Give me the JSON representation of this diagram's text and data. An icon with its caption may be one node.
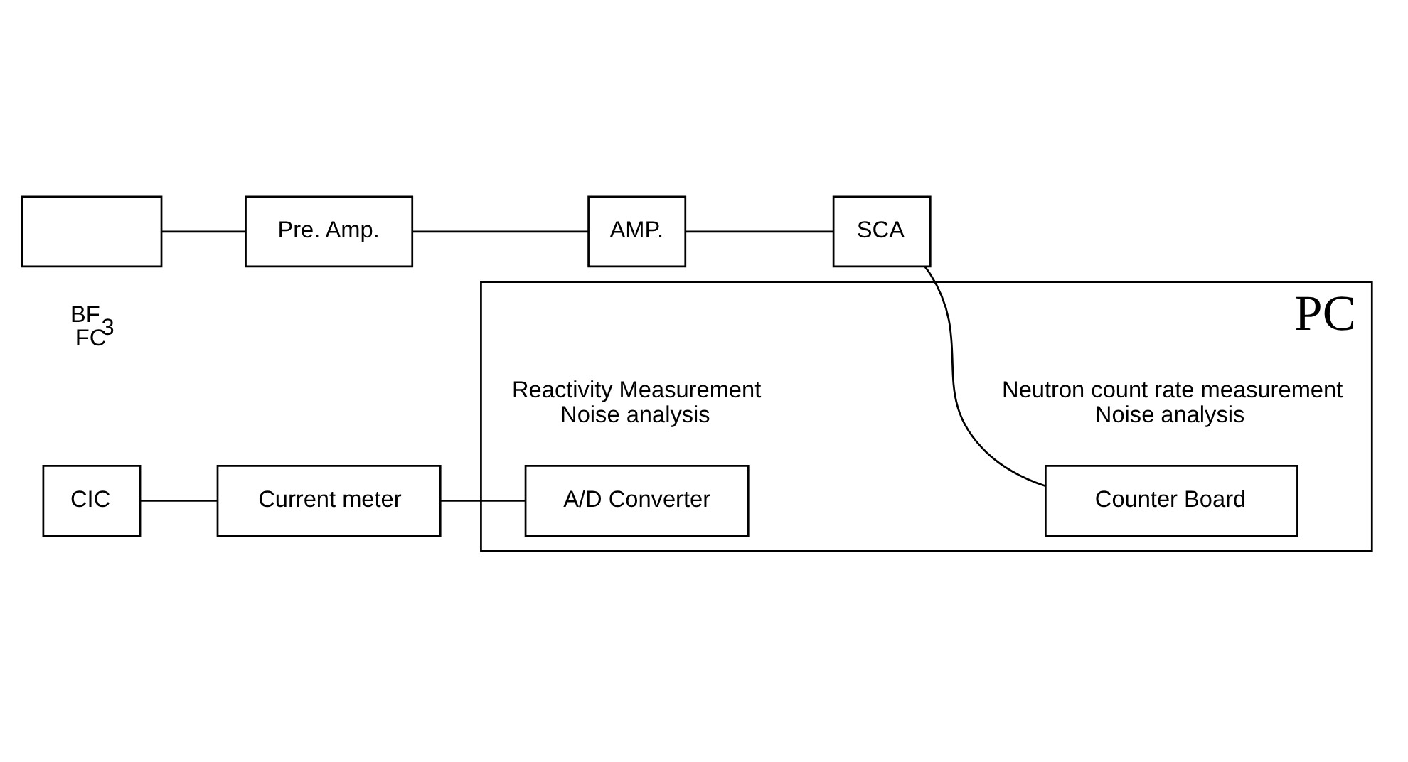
{
  "diagram": {
    "nodes": [
      {
        "text": [
          "PC"
        ]
      },
      {
        "text": [],
        "shape": "box",
        "beside": [
          "BF$_{3}$",
          "FC"
        ]
      },
      {
        "text": [
          "Pre. Amp."
        ]
      },
      {
        "text": [
          "AMP."
        ]
      },
      {
        "text": [
          "SCA"
        ]
      },
      {
        "text": [
          "Counter Board"
        ],
        "in": 0,
        "beside": [
          "Neutron count rate measurement",
          "Noise analysis"
        ]
      },
      {
        "text": [
          "CIC"
        ]
      },
      {
        "text": [
          "Current meter"
        ]
      },
      {
        "text": [
          "A/D Converter"
        ],
        "in": 0,
        "beside": [
          "Reactivity Measurement",
          "Noise analysis"
        ]
      }
    ],
    "edges": [
      {
        "from": 1,
        "to": 2,
        "arrow": "none"
      },
      {
        "from": 2,
        "to": 3,
        "arrow": "none"
      },
      {
        "from": 3,
        "to": 4,
        "arrow": "none"
      },
      {
        "from": 4,
        "to": 5,
        "arrow": "none"
      },
      {
        "from": 6,
        "to": 7,
        "arrow": "none"
      },
      {
        "from": 7,
        "to": 8,
        "arrow": "none"
      }
    ]
  }
}
